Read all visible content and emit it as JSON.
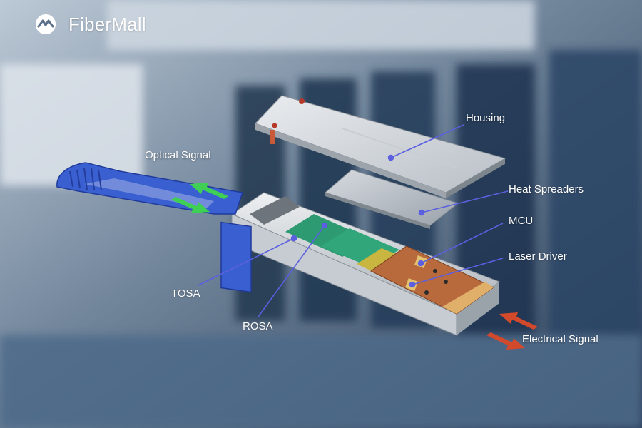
{
  "brand": {
    "name": "FiberMall",
    "logo_icon": "fibermall-logo-icon"
  },
  "labels": {
    "housing": "Housing",
    "heat_spreaders": "Heat Spreaders",
    "mcu": "MCU",
    "laser_driver": "Laser Driver",
    "optical_signal": "Optical Signal",
    "tosa": "TOSA",
    "rosa": "ROSA",
    "electrical_signal": "Electrical Signal"
  },
  "colors": {
    "pull_tab": "#3a5fd0",
    "leader_line": "#5b5fe0",
    "optical_arrow": "#3fcf55",
    "electrical_arrow": "#d2492c",
    "pcb": "#b86a3c"
  }
}
